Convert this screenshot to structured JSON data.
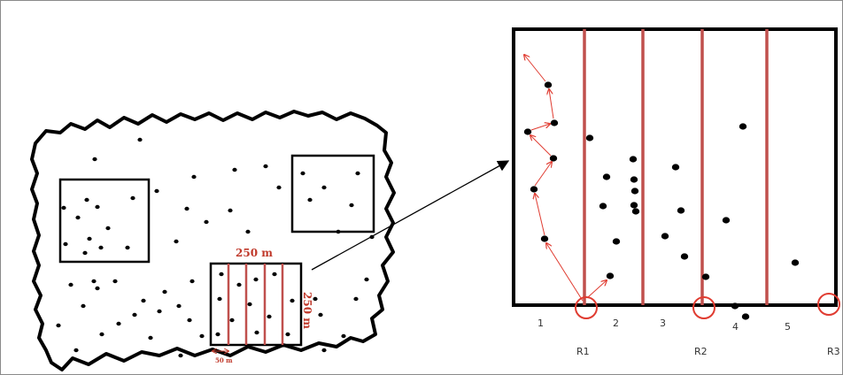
{
  "map": {
    "plot_width_label": "250 m",
    "plot_height_label": "250 m",
    "strip_width_label": "50 m"
  },
  "zoom": {
    "strip_numbers": [
      "1",
      "2",
      "3",
      "4",
      "5"
    ],
    "route_labels": [
      "R1",
      "R2",
      "R3"
    ]
  },
  "colors": {
    "strip_line": "#c0504d",
    "route_arrow": "#e03c31",
    "dots": "#000000",
    "outline": "#000000"
  }
}
